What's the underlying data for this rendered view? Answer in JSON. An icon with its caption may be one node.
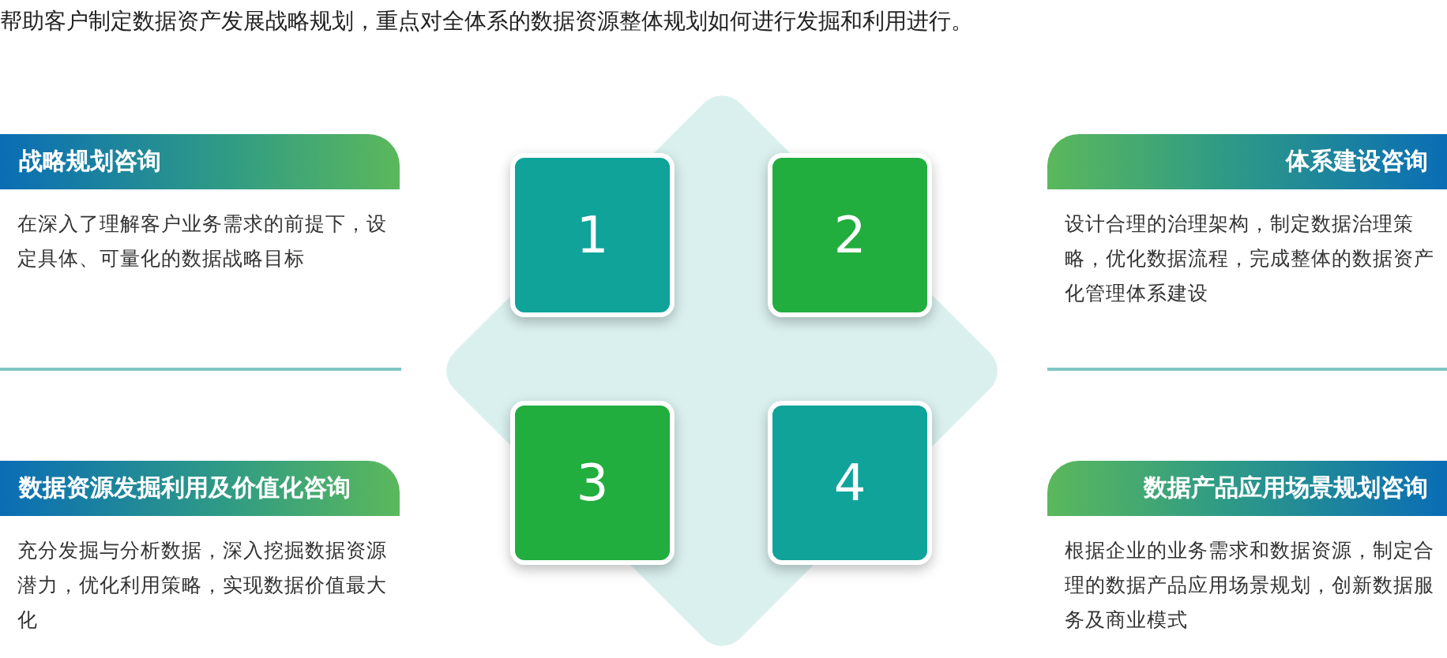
{
  "diagram": {
    "title": "帮助客户制定数据资产发展战略规划，重点对全体系的数据资源整体规划如何进行发掘和利用进行。",
    "nodes": [
      {
        "text": [
          "战略规划咨询",
          "在深入了理解客户业务需求的前提下，设定具体、可量化的数据战略目标"
        ]
      },
      {
        "text": [
          "1"
        ]
      },
      {
        "text": [
          "2"
        ]
      },
      {
        "text": [
          "体系建设咨询",
          "设计合理的治理架构，制定数据治理策略，优化数据流程，完成整体的数据资产化管理体系建设"
        ]
      },
      {
        "text": [
          "数据资源发掘利用及价值化咨询",
          "充分发掘与分析数据，深入挖掘数据资源潜力，优化利用策略，实现数据价值最大化"
        ]
      },
      {
        "text": [
          "3"
        ]
      },
      {
        "text": [
          "4"
        ]
      },
      {
        "text": [
          "数据产品应用场景规划咨询",
          "根据企业的业务需求和数据资源，制定合理的数据产品应用场景规划，创新数据服务及商业模式"
        ]
      }
    ]
  }
}
